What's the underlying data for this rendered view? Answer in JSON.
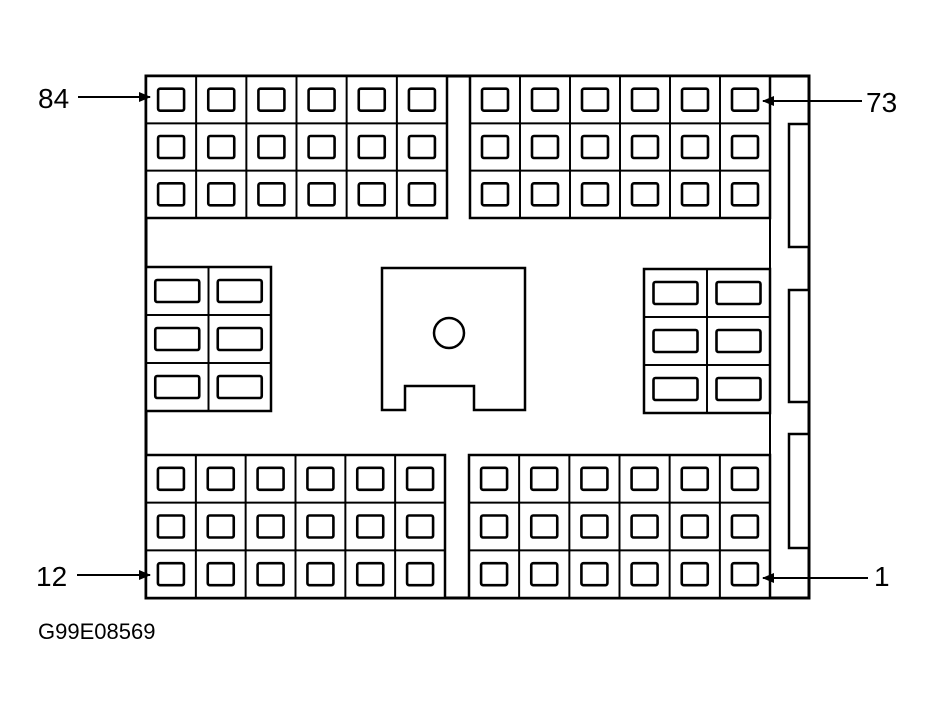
{
  "labels": {
    "top_left": "84",
    "top_right": "73",
    "bottom_left": "12",
    "bottom_right": "1"
  },
  "figure_code": "G99E08569",
  "colors": {
    "stroke": "#000000",
    "fill": "#ffffff"
  }
}
